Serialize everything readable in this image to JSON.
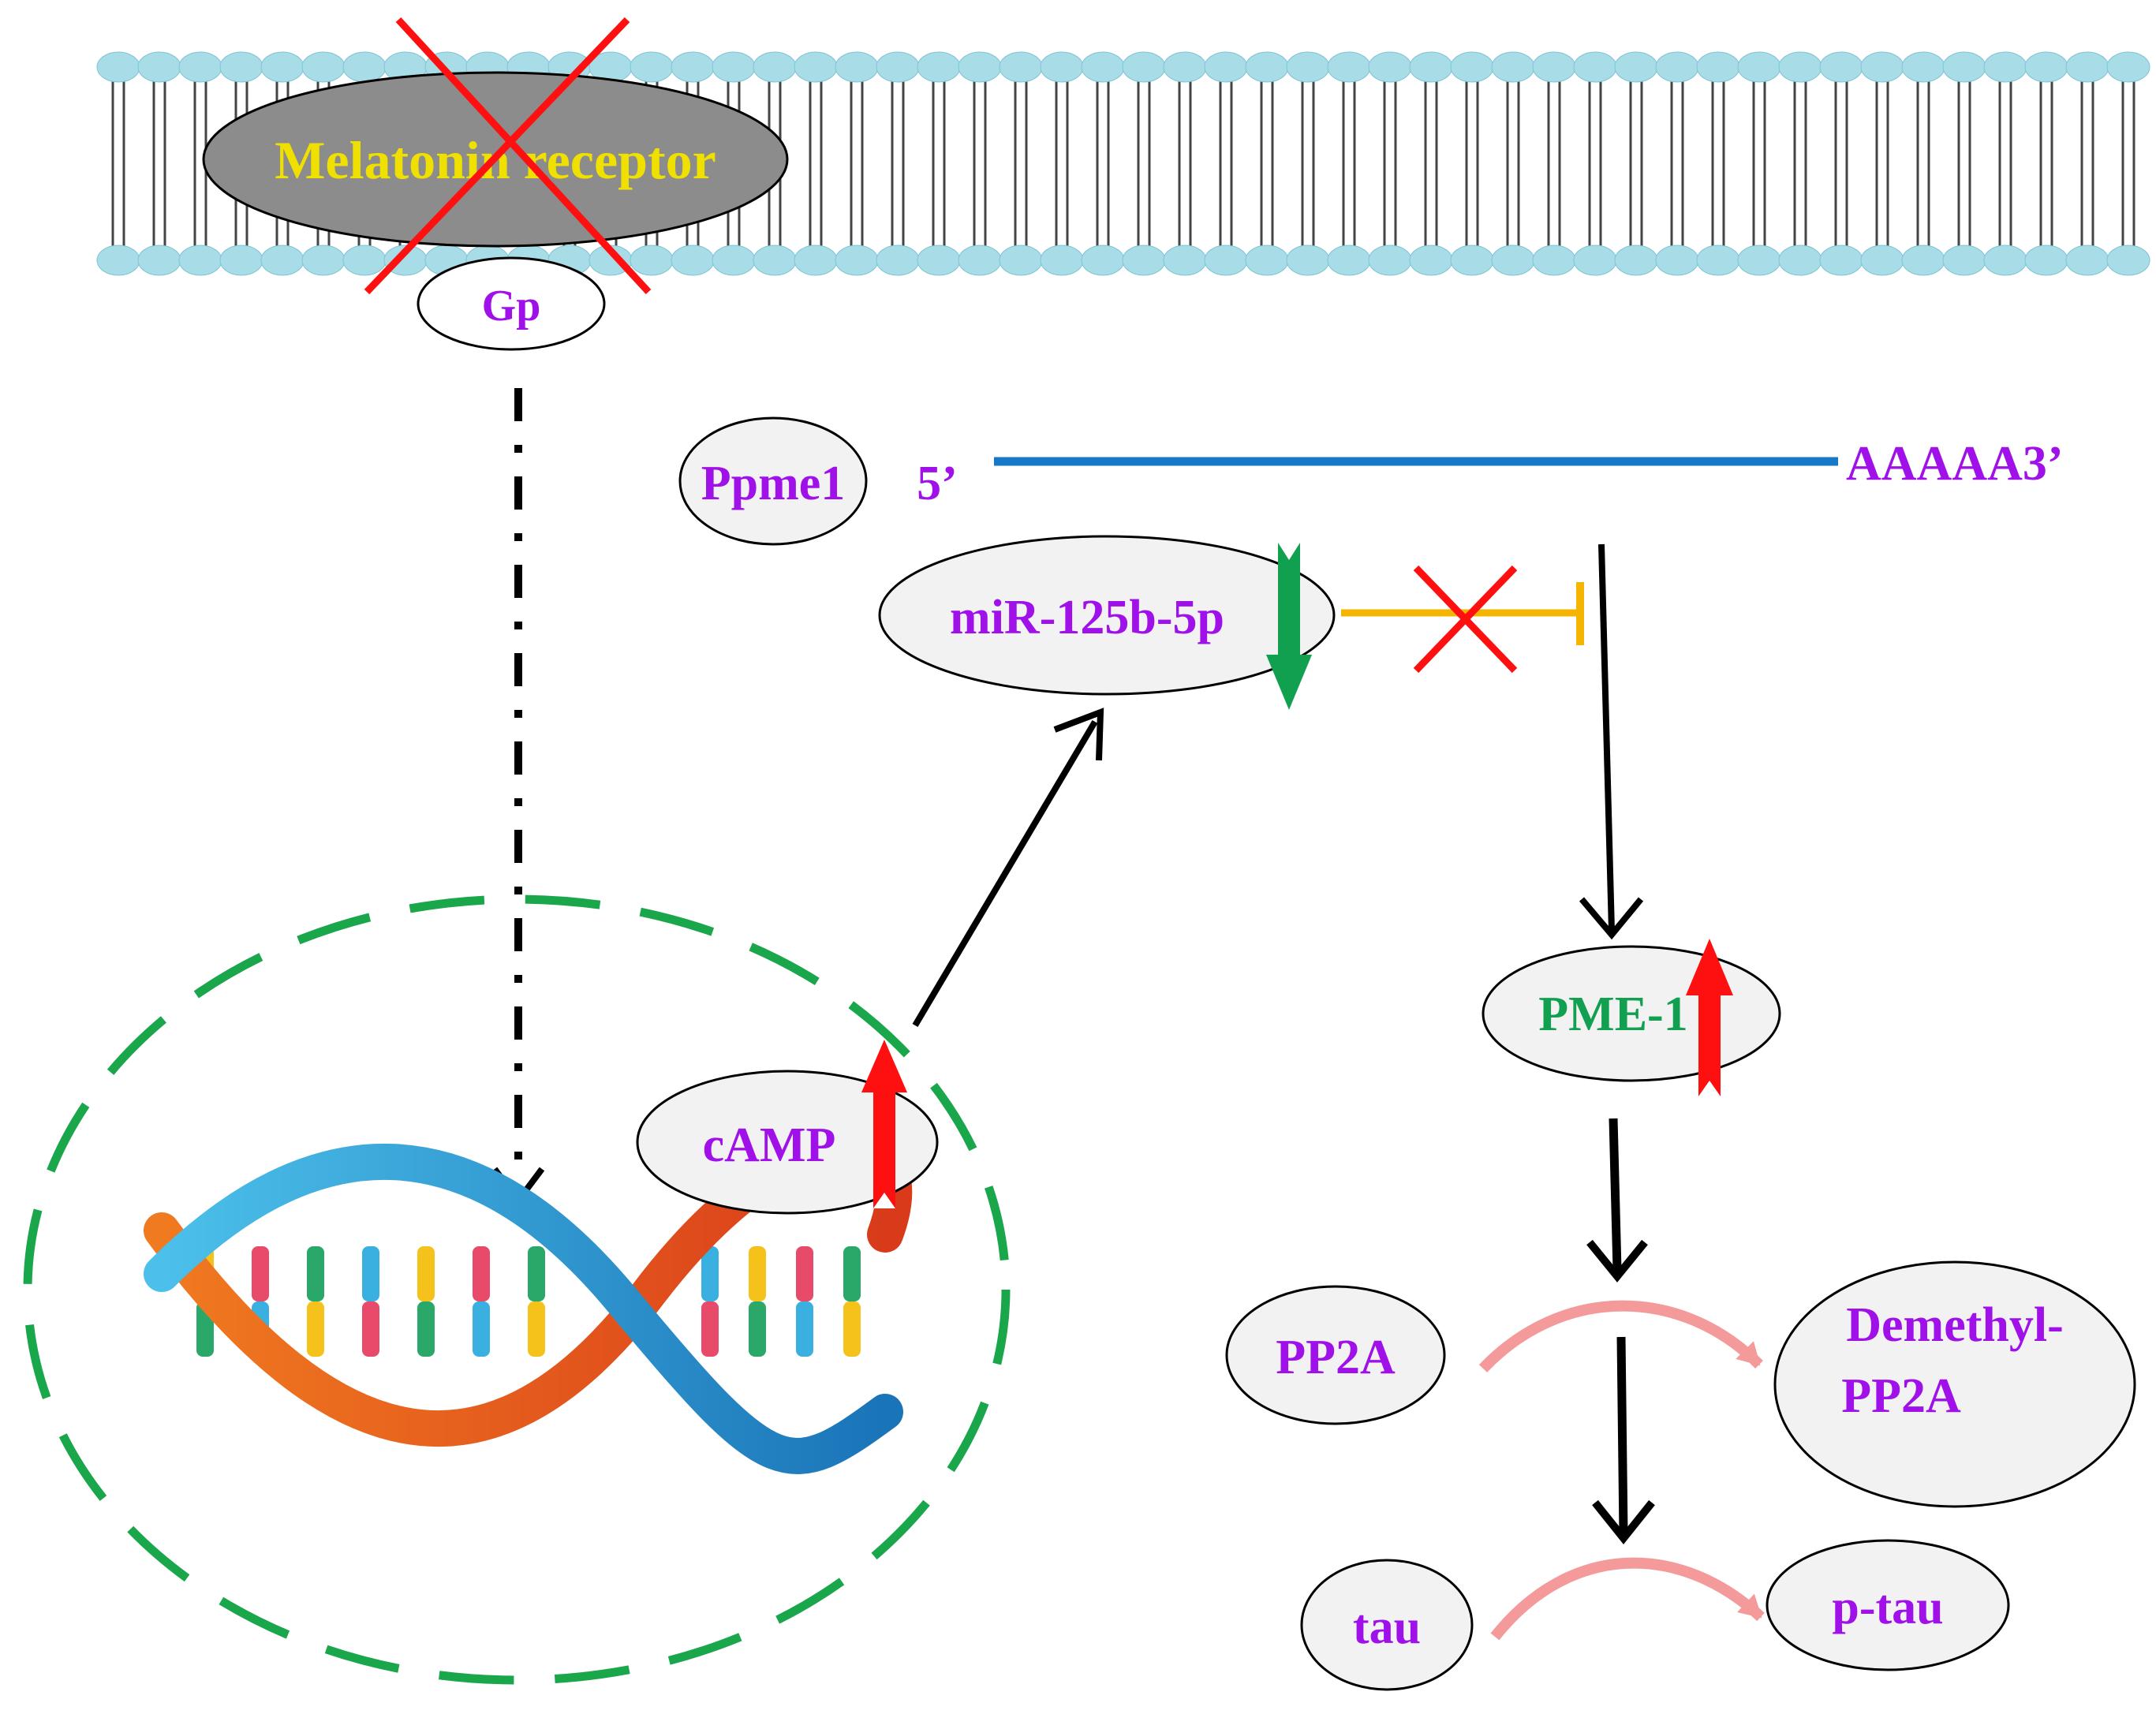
{
  "colors": {
    "label_purple": "#a010e8",
    "label_green": "#10a050",
    "receptor_text": "#f0e000",
    "block_red": "#ff1010",
    "up_arrow_red": "#ff1010",
    "down_arrow_green": "#10a050",
    "nucleus_dash": "#1aa64a",
    "mrna_line": "#1878c8",
    "inhibit_line": "#f5b400",
    "conversion_arrow": "#f49a9a",
    "lipid_head": "#a8dde8",
    "node_fill": "#f2f2f2",
    "receptor_fill": "#8c8c8c"
  },
  "membrane": {
    "receptor_label": "Melatonin receptor",
    "gprotein_label": "Gp",
    "receptor_status": "blocked"
  },
  "mrna": {
    "gene_label": "Ppme1",
    "five_prime": "5’",
    "three_prime": "AAAAA3’"
  },
  "nodes": {
    "mir": "miR-125b-5p",
    "camp": "cAMP",
    "pme1": "PME-1",
    "pp2a": "PP2A",
    "demethyl_pp2a_line1": "Demethyl-",
    "demethyl_pp2a_line2": "PP2A",
    "tau": "tau",
    "ptau": "p-tau"
  },
  "regulation": {
    "mir": "down",
    "camp": "up",
    "pme1": "up",
    "mir_inhibition_of_ppme1": "blocked"
  },
  "icons": {
    "dna": "dna-helix-icon",
    "up": "up-arrow-icon",
    "down": "down-arrow-icon",
    "block": "cross-mark-icon"
  }
}
